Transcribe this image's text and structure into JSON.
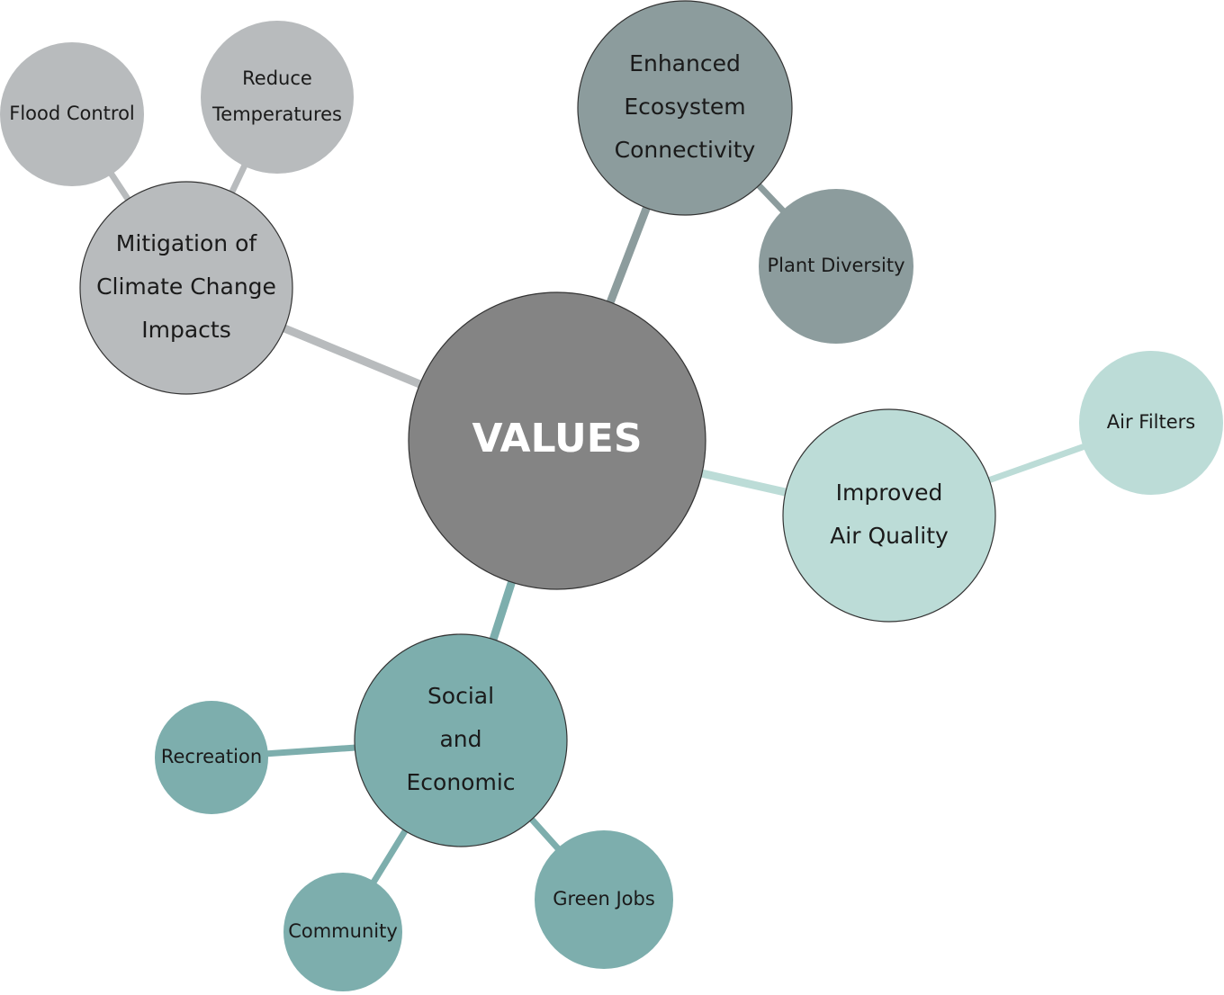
{
  "root": {
    "lines": [
      "VALUES"
    ]
  },
  "categories": [
    {
      "id": "climate",
      "lines": [
        "Mitigation of",
        "Climate Change",
        "Impacts"
      ],
      "color": "#b8bbbd",
      "leaves": [
        {
          "id": "flood",
          "lines": [
            "Flood Control"
          ]
        },
        {
          "id": "temps",
          "lines": [
            "Reduce",
            "Temperatures"
          ]
        }
      ]
    },
    {
      "id": "ecosystem",
      "lines": [
        "Enhanced",
        "Ecosystem",
        "Connectivity"
      ],
      "color": "#8c9c9d",
      "leaves": [
        {
          "id": "plants",
          "lines": [
            "Plant Diversity"
          ]
        }
      ]
    },
    {
      "id": "air",
      "lines": [
        "Improved",
        "Air Quality"
      ],
      "color": "#bcdcd7",
      "leaves": [
        {
          "id": "filters",
          "lines": [
            "Air Filters"
          ]
        }
      ]
    },
    {
      "id": "social",
      "lines": [
        "Social",
        "and",
        "Economic"
      ],
      "color": "#7daead",
      "leaves": [
        {
          "id": "recreation",
          "lines": [
            "Recreation"
          ]
        },
        {
          "id": "community",
          "lines": [
            "Community"
          ]
        },
        {
          "id": "jobs",
          "lines": [
            "Green Jobs"
          ]
        }
      ]
    }
  ],
  "colors": {
    "root": "#848484",
    "root_text": "#ffffff",
    "climate": "#b8bbbd",
    "ecosystem": "#8c9c9d",
    "air": "#bcdcd7",
    "social": "#7daead"
  }
}
